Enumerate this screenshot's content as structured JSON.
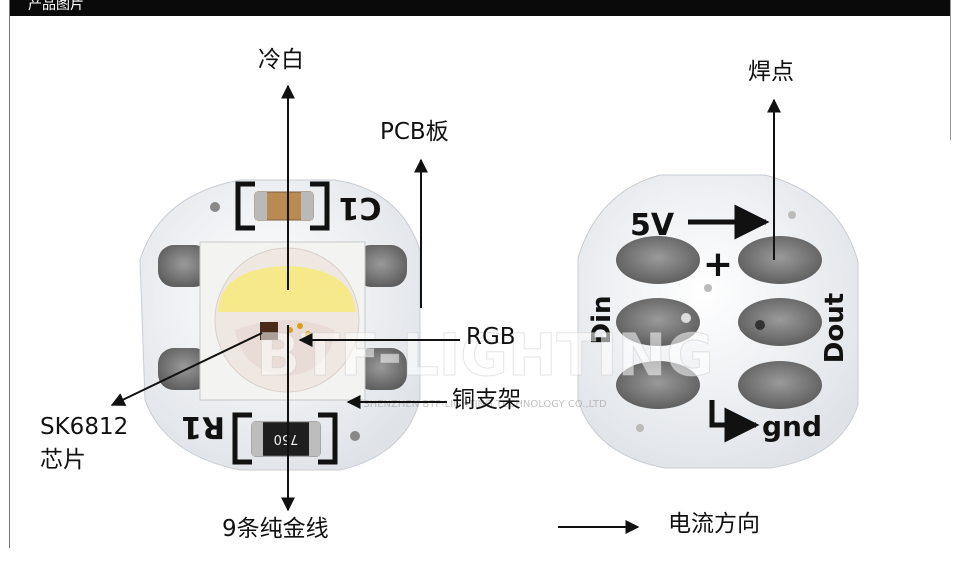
{
  "header": {
    "title": "产品图片"
  },
  "labels": {
    "cool_white": "冷白",
    "pcb_board": "PCB板",
    "rgb": "RGB",
    "copper_bracket": "铜支架",
    "chip_line1": "SK6812",
    "chip_line2": "芯片",
    "gold_wire": "9条纯金线",
    "solder_pad": "焊点",
    "current_direction": "电流方向"
  },
  "silkscreen": {
    "c1": "C1",
    "r1": "R1",
    "resistor_code": "750",
    "pin_5v": "5V",
    "plus": "+",
    "din": "Din",
    "dout": "Dout",
    "gnd": "gnd"
  },
  "watermark": {
    "brand": "BTF-LIGHTING",
    "company": "SHENZHEN BTF-LIGHTING TECHNOLOGY CO.,LTD"
  },
  "colors": {
    "pcb": "#eef0f3",
    "solder": "#6e6e6e",
    "led_body": "#f3f3f1",
    "cool_white_die": "#f6e98a",
    "rgb_lens": "#efe7e2",
    "silk_black": "#111111",
    "arrow": "#111111"
  }
}
